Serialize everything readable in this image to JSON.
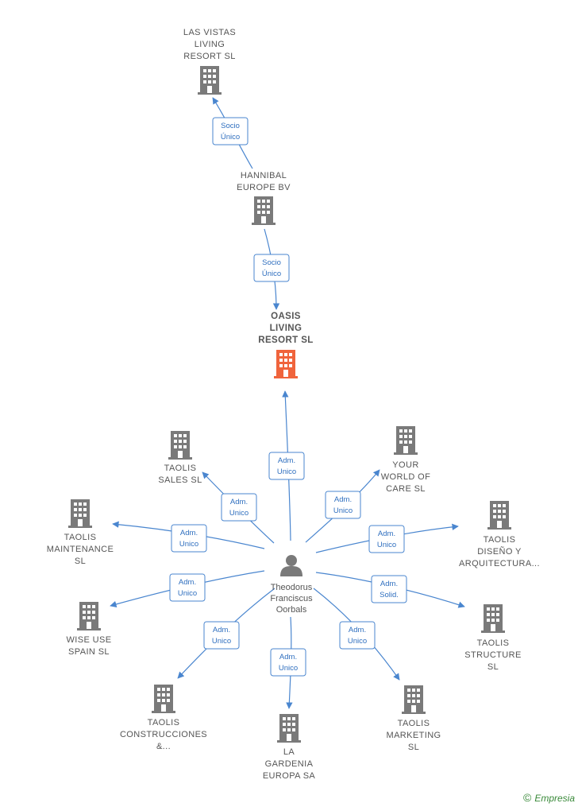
{
  "colors": {
    "accent": "#4a86cf",
    "building": "#7a7a7a",
    "main_building": "#f0643c",
    "text": "#555555"
  },
  "center_person": {
    "lines": [
      "Theodorus",
      "Francisc​us",
      "Oorbals"
    ],
    "icon": "person-icon"
  },
  "nodes": [
    {
      "id": "las_vistas",
      "lines": [
        "LAS VISTAS",
        "LIVING",
        "RESORT  SL"
      ],
      "icon": "building-icon"
    },
    {
      "id": "hannibal",
      "lines": [
        "HANNIBAL",
        "EUROPE BV"
      ],
      "icon": "building-icon"
    },
    {
      "id": "oasis",
      "lines": [
        "OASIS",
        "LIVING",
        "RESORT  SL"
      ],
      "icon": "building-icon",
      "main": true
    },
    {
      "id": "sales",
      "lines": [
        "TAOLIS",
        "SALES  SL"
      ],
      "icon": "building-icon"
    },
    {
      "id": "your_world",
      "lines": [
        "YOUR",
        "WORLD OF",
        "CARE SL"
      ],
      "icon": "building-icon"
    },
    {
      "id": "maintenance",
      "lines": [
        "TAOLIS",
        "MAINTENANCE",
        "SL"
      ],
      "icon": "building-icon"
    },
    {
      "id": "diseno",
      "lines": [
        "TAOLIS",
        "DISEÑO Y",
        "ARQUITECTURA..."
      ],
      "icon": "building-icon"
    },
    {
      "id": "wise_use",
      "lines": [
        "WISE USE",
        "SPAIN  SL"
      ],
      "icon": "building-icon"
    },
    {
      "id": "structure",
      "lines": [
        "TAOLIS",
        "STRUCTURE",
        "SL"
      ],
      "icon": "building-icon"
    },
    {
      "id": "construcciones",
      "lines": [
        "TAOLIS",
        "CONSTRUCCIONES",
        "&..."
      ],
      "icon": "building-icon"
    },
    {
      "id": "gardenia",
      "lines": [
        "LA",
        "GARDENIA",
        "EUROPA SA"
      ],
      "icon": "building-icon"
    },
    {
      "id": "marketing",
      "lines": [
        "TAOLIS",
        "MARKETING",
        "SL"
      ],
      "icon": "building-icon"
    }
  ],
  "edges": [
    {
      "from": "hannibal",
      "to": "las_vistas",
      "label": [
        "Socio",
        "Único"
      ]
    },
    {
      "from": "oasis",
      "to": "hannibal",
      "label": [
        "Socio",
        "Único"
      ]
    },
    {
      "from": "person",
      "to": "oasis",
      "label": [
        "Adm.",
        "Unico"
      ]
    },
    {
      "from": "person",
      "to": "sales",
      "label": [
        "Adm.",
        "Unico"
      ]
    },
    {
      "from": "person",
      "to": "your_world",
      "label": [
        "Adm.",
        "Unico"
      ]
    },
    {
      "from": "person",
      "to": "maintenance",
      "label": [
        "Adm.",
        "Unico"
      ]
    },
    {
      "from": "person",
      "to": "diseno",
      "label": [
        "Adm.",
        "Unico"
      ]
    },
    {
      "from": "person",
      "to": "wise_use",
      "label": [
        "Adm.",
        "Unico"
      ]
    },
    {
      "from": "person",
      "to": "structure",
      "label": [
        "Adm.",
        "Solid."
      ]
    },
    {
      "from": "person",
      "to": "construcciones",
      "label": [
        "Adm.",
        "Unico"
      ]
    },
    {
      "from": "person",
      "to": "gardenia",
      "label": [
        "Adm.",
        "Unico"
      ]
    },
    {
      "from": "person",
      "to": "marketing",
      "label": [
        "Adm.",
        "Unico"
      ]
    }
  ],
  "footer": {
    "copyright": "©",
    "brand": "Empresia"
  }
}
